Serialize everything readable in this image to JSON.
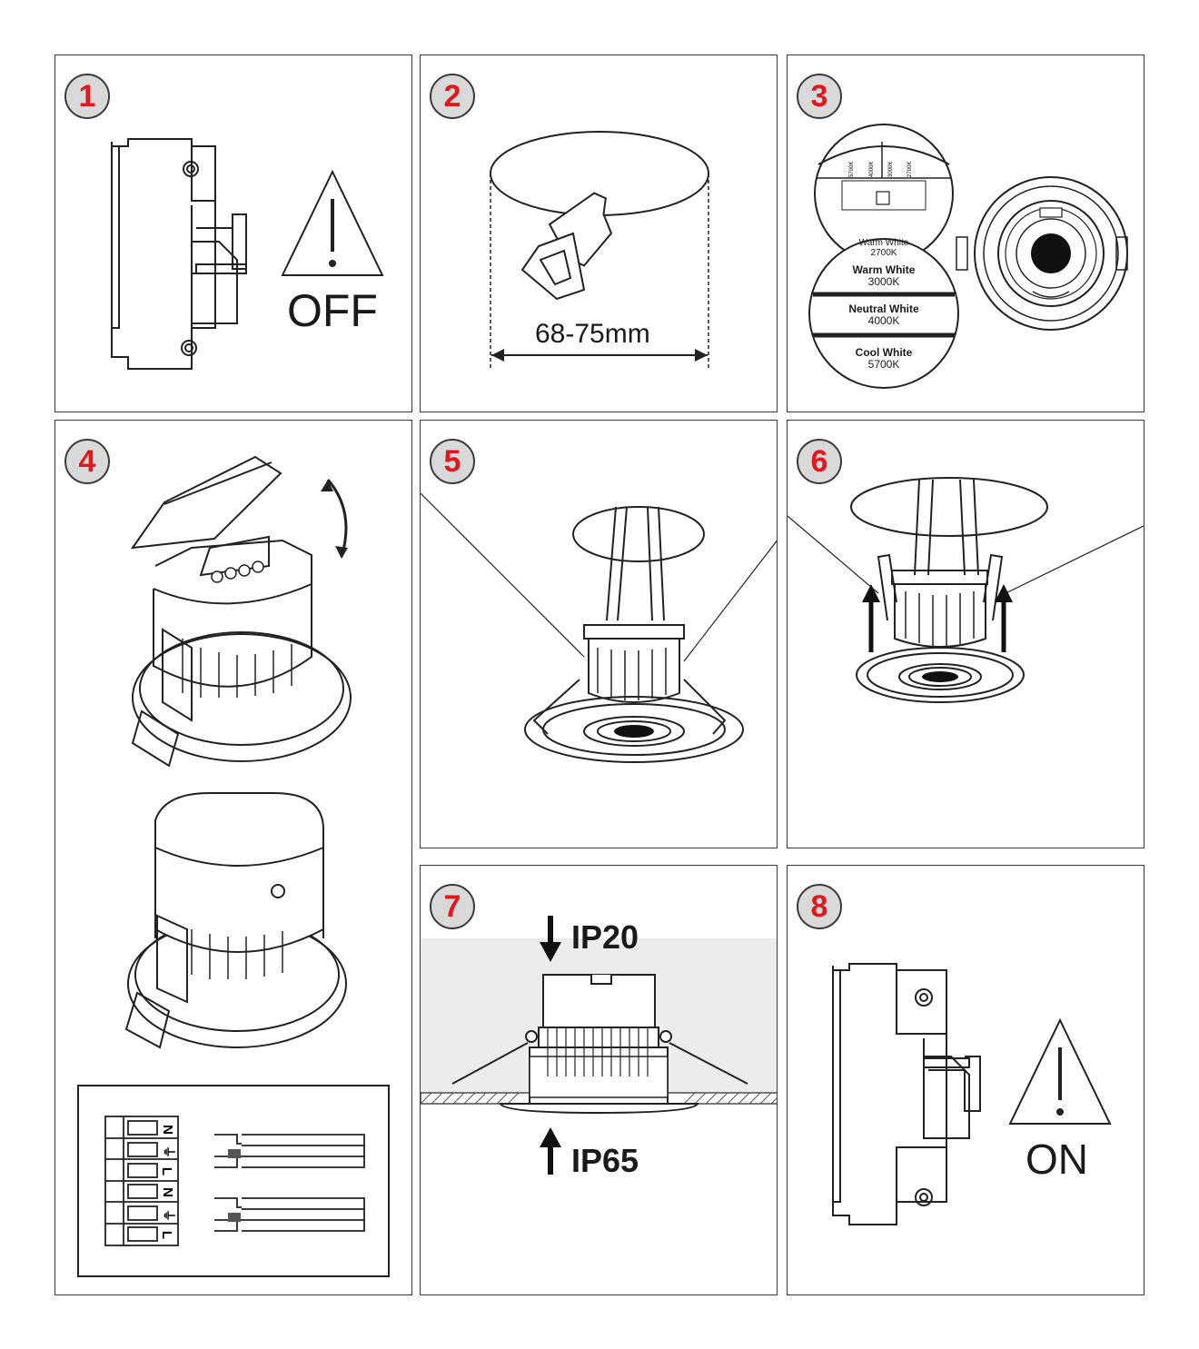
{
  "accent_color": "#e1191f",
  "steps": [
    {
      "number": "1",
      "label": "OFF"
    },
    {
      "number": "2",
      "cutout": "68-75mm"
    },
    {
      "number": "3",
      "settings": [
        {
          "name": "Warm White",
          "kelvin": "2700K"
        },
        {
          "name": "Warm White",
          "kelvin": "3000K"
        },
        {
          "name": "Neutral White",
          "kelvin": "4000K"
        },
        {
          "name": "Cool White",
          "kelvin": "5700K"
        }
      ],
      "switch_ticks": [
        "5700K",
        "4000K",
        "3000K",
        "2700K"
      ]
    },
    {
      "number": "4",
      "terminals": [
        "N",
        "⏚",
        "L",
        "N",
        "⏚",
        "L"
      ]
    },
    {
      "number": "5"
    },
    {
      "number": "6"
    },
    {
      "number": "7",
      "ip_top": "IP20",
      "ip_bottom": "IP65"
    },
    {
      "number": "8",
      "label": "ON"
    }
  ]
}
